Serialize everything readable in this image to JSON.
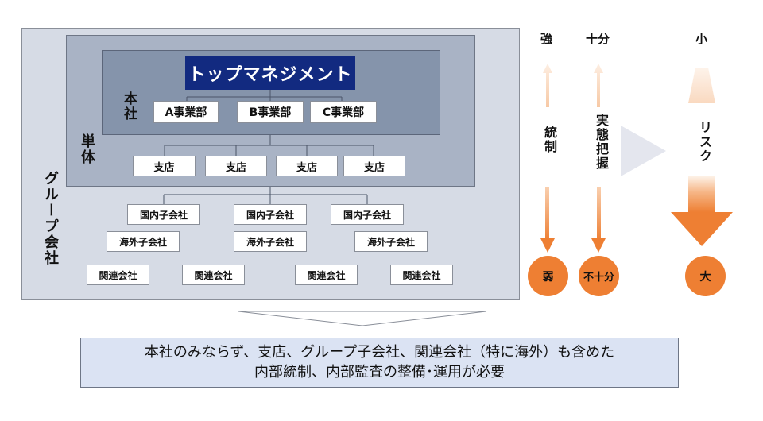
{
  "org": {
    "group_label": "グループ会社",
    "single_label": "単体",
    "hq_label": "本社",
    "top_management": "トップマネジメント",
    "departments": [
      "A事業部",
      "B事業部",
      "C事業部"
    ],
    "branches": [
      "支店",
      "支店",
      "支店",
      "支店"
    ],
    "domestic_subsidiaries": [
      "国内子会社",
      "国内子会社",
      "国内子会社"
    ],
    "overseas_subsidiaries": [
      "海外子会社",
      "海外子会社",
      "海外子会社"
    ],
    "affiliates": [
      "関連会社",
      "関連会社",
      "関連会社",
      "関連会社"
    ]
  },
  "legend": {
    "control": {
      "top": "強",
      "label": "統制",
      "bottom": "弱"
    },
    "grasp": {
      "top": "十分",
      "label": "実態把握",
      "bottom": "不十分"
    },
    "risk": {
      "top": "小",
      "label": "リスク",
      "bottom": "大"
    }
  },
  "conclusion": {
    "line1": "本社のみならず、支店、グループ子会社、関連会社（特に海外）も含めた",
    "line2": "内部統制、内部監査の整備･運用が必要"
  },
  "colors": {
    "accent_orange": "#ee7f33",
    "navy": "#122a80",
    "group_bg": "#d6dbe5",
    "single_bg": "#a9b3c5",
    "hq_bg": "#8594ab",
    "bottom_bg": "#dbe3f3"
  }
}
